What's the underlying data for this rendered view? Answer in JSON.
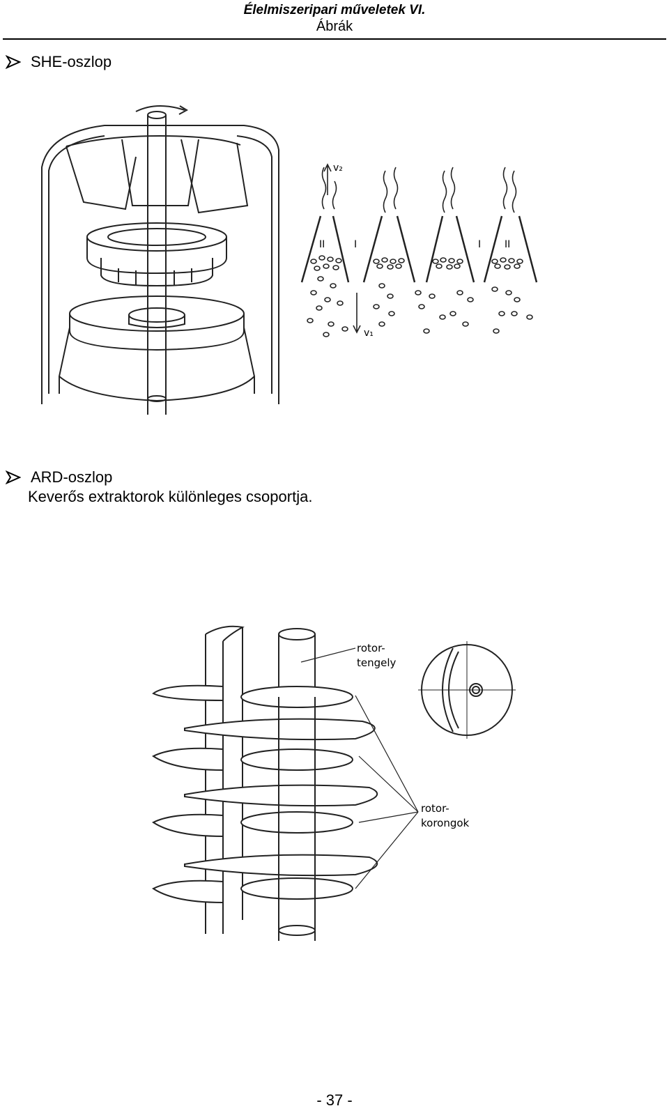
{
  "header": {
    "title": "Élelmiszeripari műveletek VI.",
    "subtitle": "Ábrák"
  },
  "sections": [
    {
      "bullet_label": "SHE-oszlop"
    },
    {
      "bullet_label": "ARD-oszlop",
      "description": "Keverős extraktorok különleges csoportja."
    }
  ],
  "figure_she": {
    "labels": {
      "v2": "v₂",
      "v1": "v₁",
      "zone_II_left": "II",
      "zone_I_left": "I",
      "zone_I_right": "I",
      "zone_II_right": "II"
    }
  },
  "figure_ard": {
    "labels": {
      "rotor_shaft_line1": "rotor-",
      "rotor_shaft_line2": "tengely",
      "rotor_discs_line1": "rotor-",
      "rotor_discs_line2": "korongok"
    }
  },
  "footer": {
    "page_number": "- 37 -"
  }
}
